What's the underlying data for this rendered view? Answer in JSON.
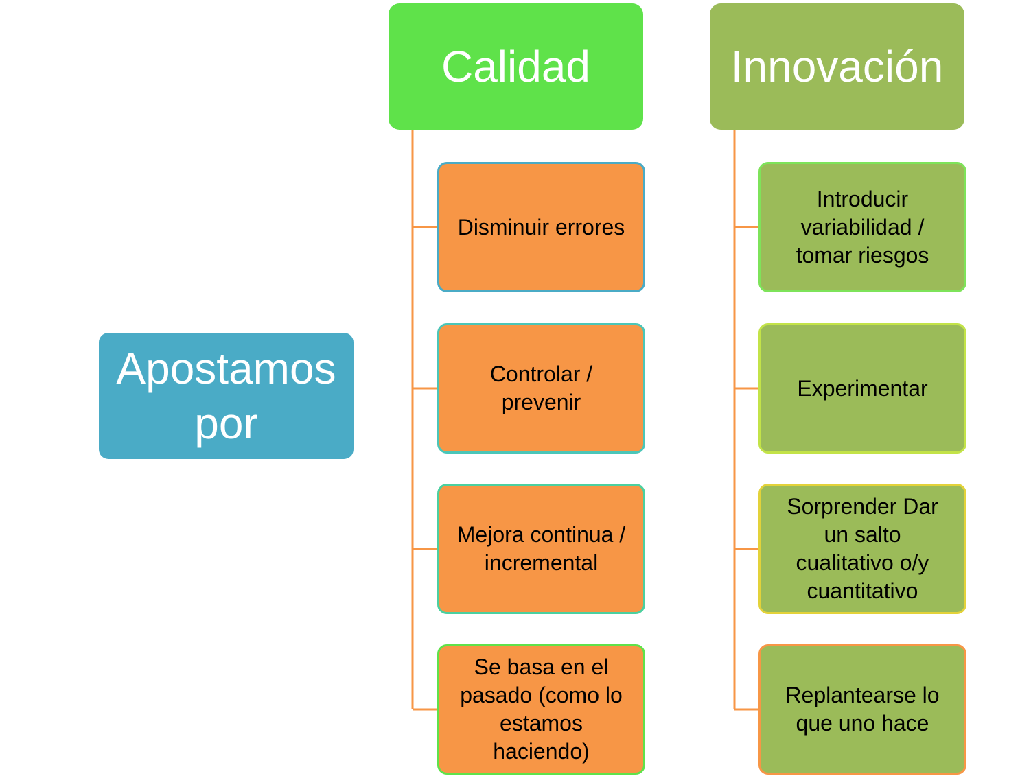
{
  "root": {
    "label": "Apostamos\npor"
  },
  "columns": [
    {
      "title": "Calidad",
      "color": "#5fe24a",
      "item_color": "#f79646",
      "items": [
        {
          "label": "Disminuir errores",
          "border": "#4aabc6"
        },
        {
          "label": "Controlar /\nprevenir",
          "border": "#4bc6b8"
        },
        {
          "label": "Mejora continua /\nincremental",
          "border": "#4bd0a0"
        },
        {
          "label": "Se basa en el\npasado (como lo\nestamos\nhaciendo)",
          "border": "#5fe24a"
        }
      ]
    },
    {
      "title": "Innovación",
      "color": "#9bbb59",
      "item_color": "#9bbb59",
      "items": [
        {
          "label": "Introducir\nvariabilidad /\ntomar riesgos",
          "border": "#7ee35a"
        },
        {
          "label": "Experimentar",
          "border": "#c3e348"
        },
        {
          "label": "Sorprender Dar\nun salto\ncualitativo o/y\ncuantitativo",
          "border": "#e3d23a"
        },
        {
          "label": "Replantearse lo\nque uno hace",
          "border": "#f79646"
        }
      ]
    }
  ],
  "connector_color": "#f79646"
}
